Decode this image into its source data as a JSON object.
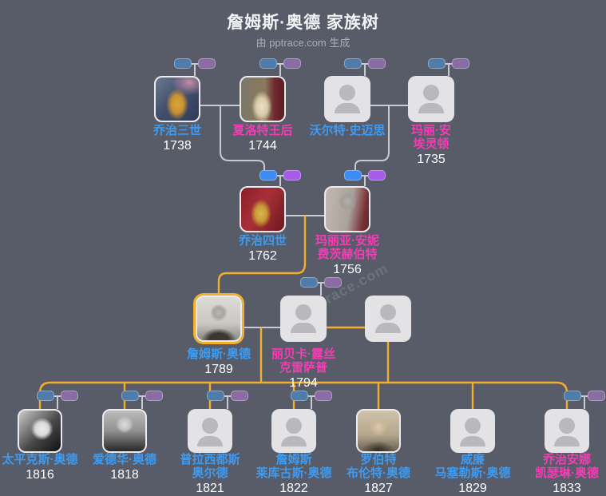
{
  "page": {
    "title": "詹姆斯·奥德 家族树",
    "subtitle": "由 pptrace.com 生成",
    "watermark": "pptrace.com"
  },
  "colors": {
    "background": "#575C68",
    "male_name": "#3D9BF2",
    "female_name": "#F23EB4",
    "year_text": "#FFFFFF",
    "line_gray": "#C6CAD1",
    "line_gold": "#F1AF2B",
    "highlight_border": "#F1AF2B",
    "box_background": "#E3E3E5",
    "mini_male_muted": "#4F7CA8",
    "mini_female_muted": "#8A6BA3",
    "mini_male_bright": "#3E8CF2",
    "mini_female_bright": "#A85BE8"
  },
  "persons": {
    "george3": {
      "name": "乔治三世",
      "year": "1738",
      "gender": "male"
    },
    "charlotte": {
      "name": "夏洛特王后",
      "year": "1744",
      "gender": "female"
    },
    "walter": {
      "name": "沃尔特·史迈思",
      "year": "",
      "gender": "male"
    },
    "mary": {
      "name": "玛丽·安\n埃灵顿",
      "year": "1735",
      "gender": "female"
    },
    "george4": {
      "name": "乔治四世",
      "year": "1762",
      "gender": "male"
    },
    "maria": {
      "name": "玛丽亚·安妮\n费茨赫伯特",
      "year": "1756",
      "gender": "female"
    },
    "james": {
      "name": "詹姆斯·奥德",
      "year": "1789",
      "gender": "male",
      "highlighted": true
    },
    "rebecca": {
      "name": "丽贝卡·露丝\n克雷萨普",
      "year": "1794",
      "gender": "female"
    },
    "spouse2": {
      "name": "",
      "year": "",
      "gender": "unknown"
    },
    "pacificus": {
      "name": "太平克斯·奥德",
      "year": "1816",
      "gender": "male"
    },
    "edward": {
      "name": "爱德华·奥德",
      "year": "1818",
      "gender": "male"
    },
    "placidus": {
      "name": "普拉西都斯\n奥尔德",
      "year": "1821",
      "gender": "male"
    },
    "jamesl": {
      "name": "詹姆斯\n莱库古斯·奥德",
      "year": "1822",
      "gender": "male"
    },
    "robert": {
      "name": "罗伯特\n布伦特·奥德",
      "year": "1827",
      "gender": "male"
    },
    "william": {
      "name": "威廉\n马塞勒斯·奥德",
      "year": "1829",
      "gender": "male"
    },
    "georgiana": {
      "name": "乔治安娜\n凯瑟琳·奥德",
      "year": "1833",
      "gender": "female"
    }
  },
  "generations": [
    [
      "george3",
      "charlotte",
      "walter",
      "mary"
    ],
    [
      "george4",
      "maria"
    ],
    [
      "james",
      "rebecca",
      "spouse2"
    ],
    [
      "pacificus",
      "edward",
      "placidus",
      "jamesl",
      "robert",
      "william",
      "georgiana"
    ]
  ]
}
